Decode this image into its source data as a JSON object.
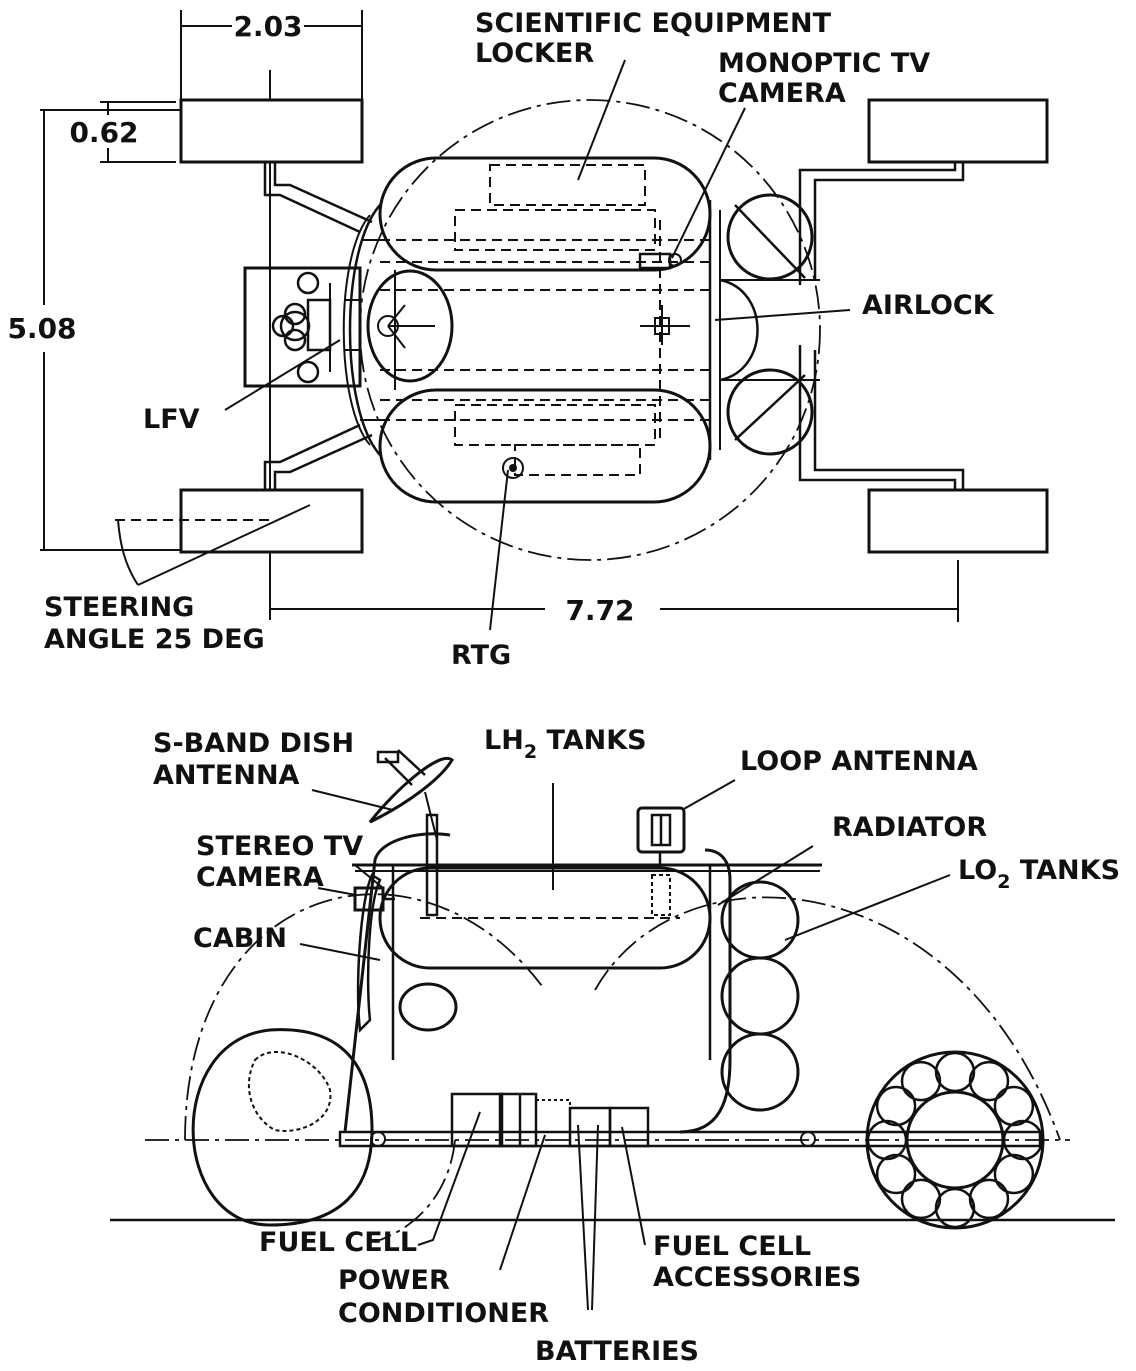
{
  "top_view": {
    "dimensions": {
      "wheel_track_offset": "2.03",
      "wheel_width": "0.62",
      "overall_width": "5.08",
      "wheelbase": "7.72"
    },
    "labels": {
      "scientific_locker_line1": "SCIENTIFIC EQUIPMENT",
      "scientific_locker_line2": "LOCKER",
      "monoptic_line1": "MONOPTIC TV",
      "monoptic_line2": "CAMERA",
      "airlock": "AIRLOCK",
      "lfv": "LFV",
      "steering_line1": "STEERING",
      "steering_line2": "ANGLE 25 DEG",
      "rtg": "RTG"
    }
  },
  "side_view": {
    "labels": {
      "sband_line1": "S-BAND DISH",
      "sband_line2": "ANTENNA",
      "lh2_prefix": "LH",
      "lh2_subscript": "2",
      "lh2_suffix": " TANKS",
      "loop_antenna": "LOOP ANTENNA",
      "radiator": "RADIATOR",
      "stereo_line1": "STEREO TV",
      "stereo_line2": "CAMERA",
      "lo2_prefix": "LO",
      "lo2_subscript": "2",
      "lo2_suffix": " TANKS",
      "cabin": "CABIN",
      "fuel_cell": "FUEL CELL",
      "power_line1": "POWER",
      "power_line2": "CONDITIONER",
      "fuel_acc_line1": "FUEL CELL",
      "fuel_acc_line2": "ACCESSORIES",
      "batteries": "BATTERIES"
    }
  }
}
